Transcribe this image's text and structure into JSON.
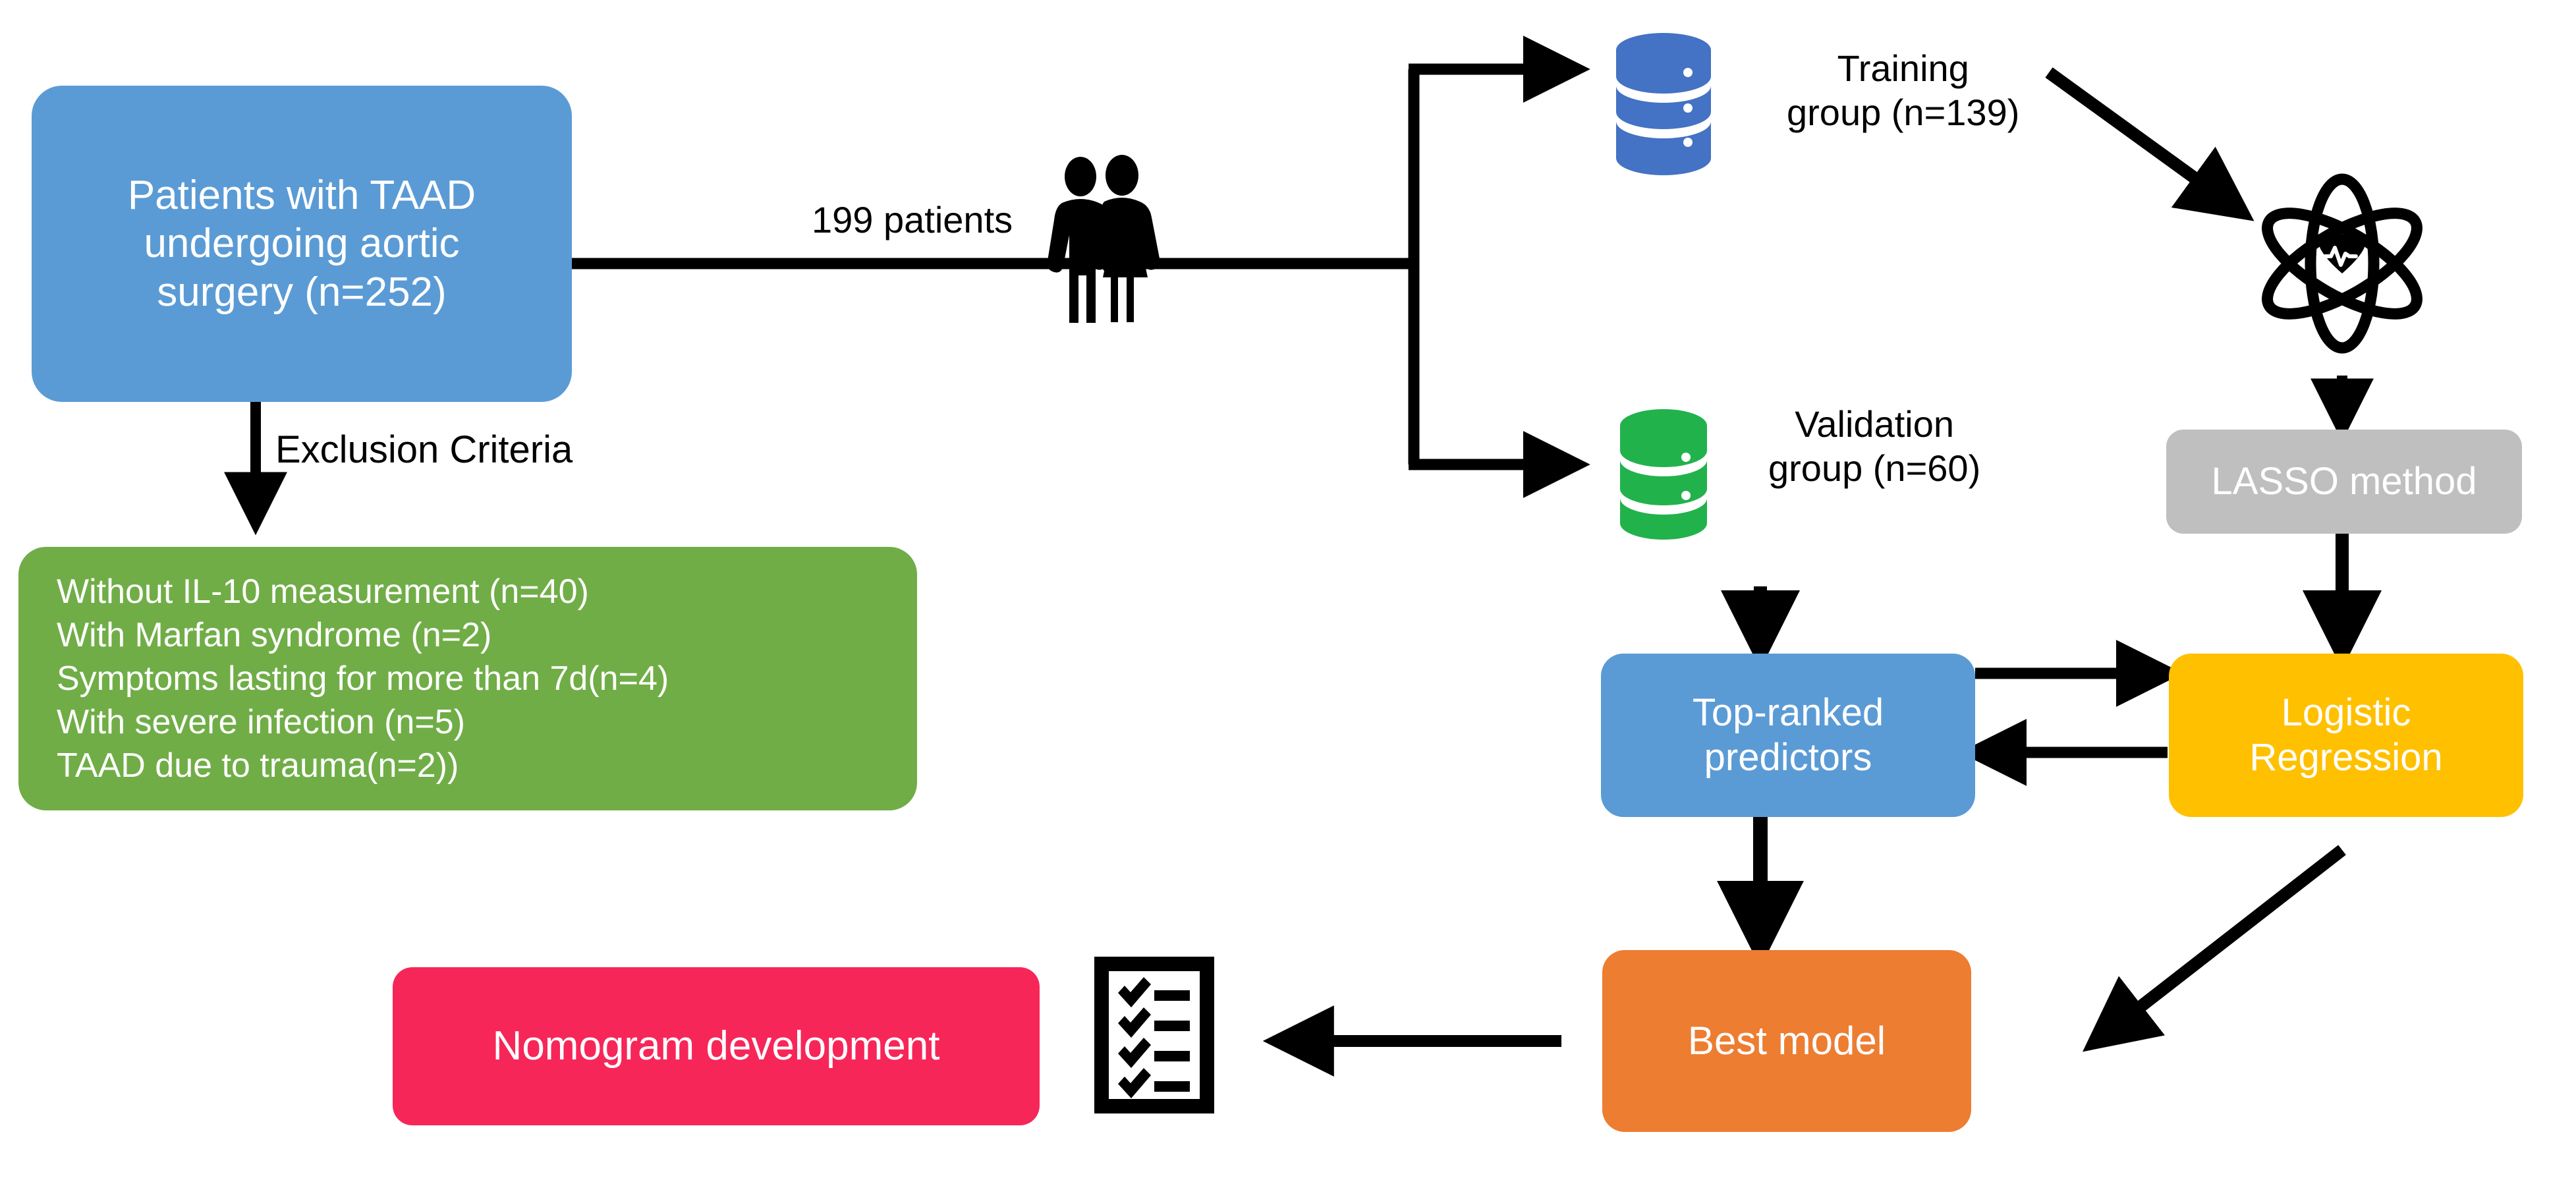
{
  "diagram": {
    "title": "TAAD nomogram development study flowchart",
    "background": "#ffffff"
  },
  "colors": {
    "blue": "#5B9BD5",
    "green": "#70AD47",
    "grey": "#BFBFBF",
    "amber": "#FFC000",
    "orange": "#ED7D31",
    "pink": "#F72659",
    "db_blue": "#4472C4",
    "db_green": "#22B24C",
    "arrow": "#000000",
    "text_on_fill": "#FFFFFF",
    "text_plain": "#000000"
  },
  "nodes": {
    "cohort": {
      "label": "Patients with TAAD\nundergoing aortic\nsurgery (n=252)",
      "fill": "blue"
    },
    "exclusion_box": {
      "lines": [
        "Without IL-10 measurement (n=40)",
        "With Marfan syndrome (n=2)",
        "Symptoms lasting for more than 7d(n=4)",
        "With severe infection (n=5)",
        "TAAD due to trauma(n=2))"
      ],
      "fill": "green"
    },
    "lasso": {
      "label": "LASSO method",
      "fill": "grey"
    },
    "top_ranked": {
      "label": "Top-ranked\npredictors",
      "fill": "blue"
    },
    "logistic": {
      "label": "Logistic\nRegression",
      "fill": "amber"
    },
    "best_model": {
      "label": "Best model",
      "fill": "orange"
    },
    "nomogram": {
      "label": "Nomogram development",
      "fill": "pink"
    }
  },
  "annotations": {
    "exclusion_criteria": "Exclusion Criteria",
    "patients_count": "199 patients",
    "training_group": "Training\ngroup (n=139)",
    "validation_group": "Validation\ngroup (n=60)"
  },
  "icons": {
    "people": "people-pair-icon",
    "training_db": "database-cylinder-blue-icon",
    "validation_db": "database-cylinder-green-icon",
    "atom": "atom-heartbeat-icon",
    "checklist": "checklist-clipboard-icon"
  }
}
